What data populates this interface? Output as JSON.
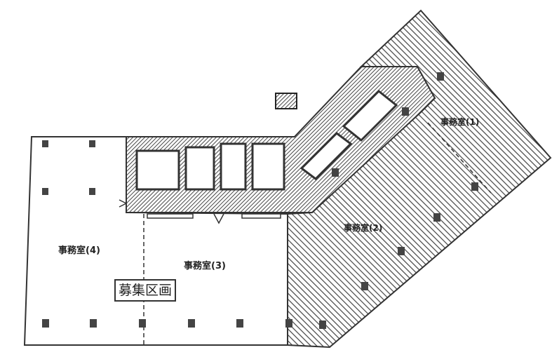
{
  "rooms": [
    {
      "id": "office-1",
      "label": "事務室(1)"
    },
    {
      "id": "office-2",
      "label": "事務室(2)"
    },
    {
      "id": "office-3",
      "label": "事務室(3)"
    },
    {
      "id": "office-4",
      "label": "事務室(4)"
    }
  ],
  "recruitment_area_label": "募集区画",
  "colors": {
    "line": "#333333",
    "hatch": "#444444",
    "background": "#ffffff"
  }
}
